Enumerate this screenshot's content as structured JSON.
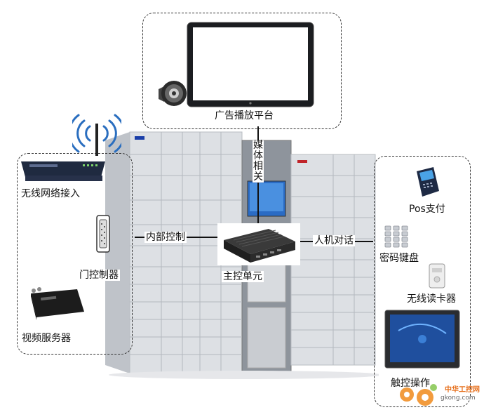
{
  "labels": {
    "ad_platform": "广告播放平台",
    "media": "媒体相关",
    "wireless": "无线网络接入",
    "door": "门控制器",
    "video": "视频服务器",
    "internal": "内部控制",
    "main_unit": "主控单元",
    "hmi": "人机对话",
    "pos": "Pos支付",
    "keypad": "密码键盘",
    "card_reader": "无线读卡器",
    "touch": "触控操作"
  },
  "watermark": {
    "brand": "中华工控网",
    "url": "gkong.com"
  },
  "colors": {
    "cabinet": "#d6d9de",
    "cabinet_dark": "#9aa0a8",
    "screen_blue": "#1f5fb4",
    "dashed_border": "#333333"
  }
}
